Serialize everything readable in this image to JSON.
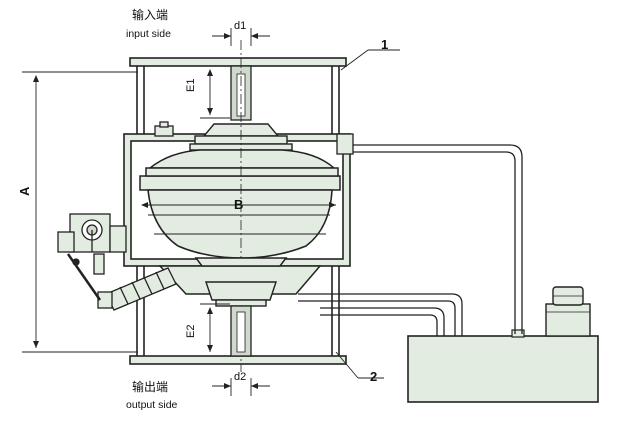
{
  "labels": {
    "input_cn": "输入端",
    "input_en": "input side",
    "output_cn": "输出端",
    "output_en": "output side",
    "d1": "d1",
    "d2": "d2",
    "e1": "E1",
    "e2": "E2",
    "a": "A",
    "b": "B",
    "callout_1": "1",
    "callout_2": "2"
  },
  "colors": {
    "body_fill": "#e3ece1",
    "stroke": "#222222",
    "shaft_fill": "#cfdacc"
  }
}
